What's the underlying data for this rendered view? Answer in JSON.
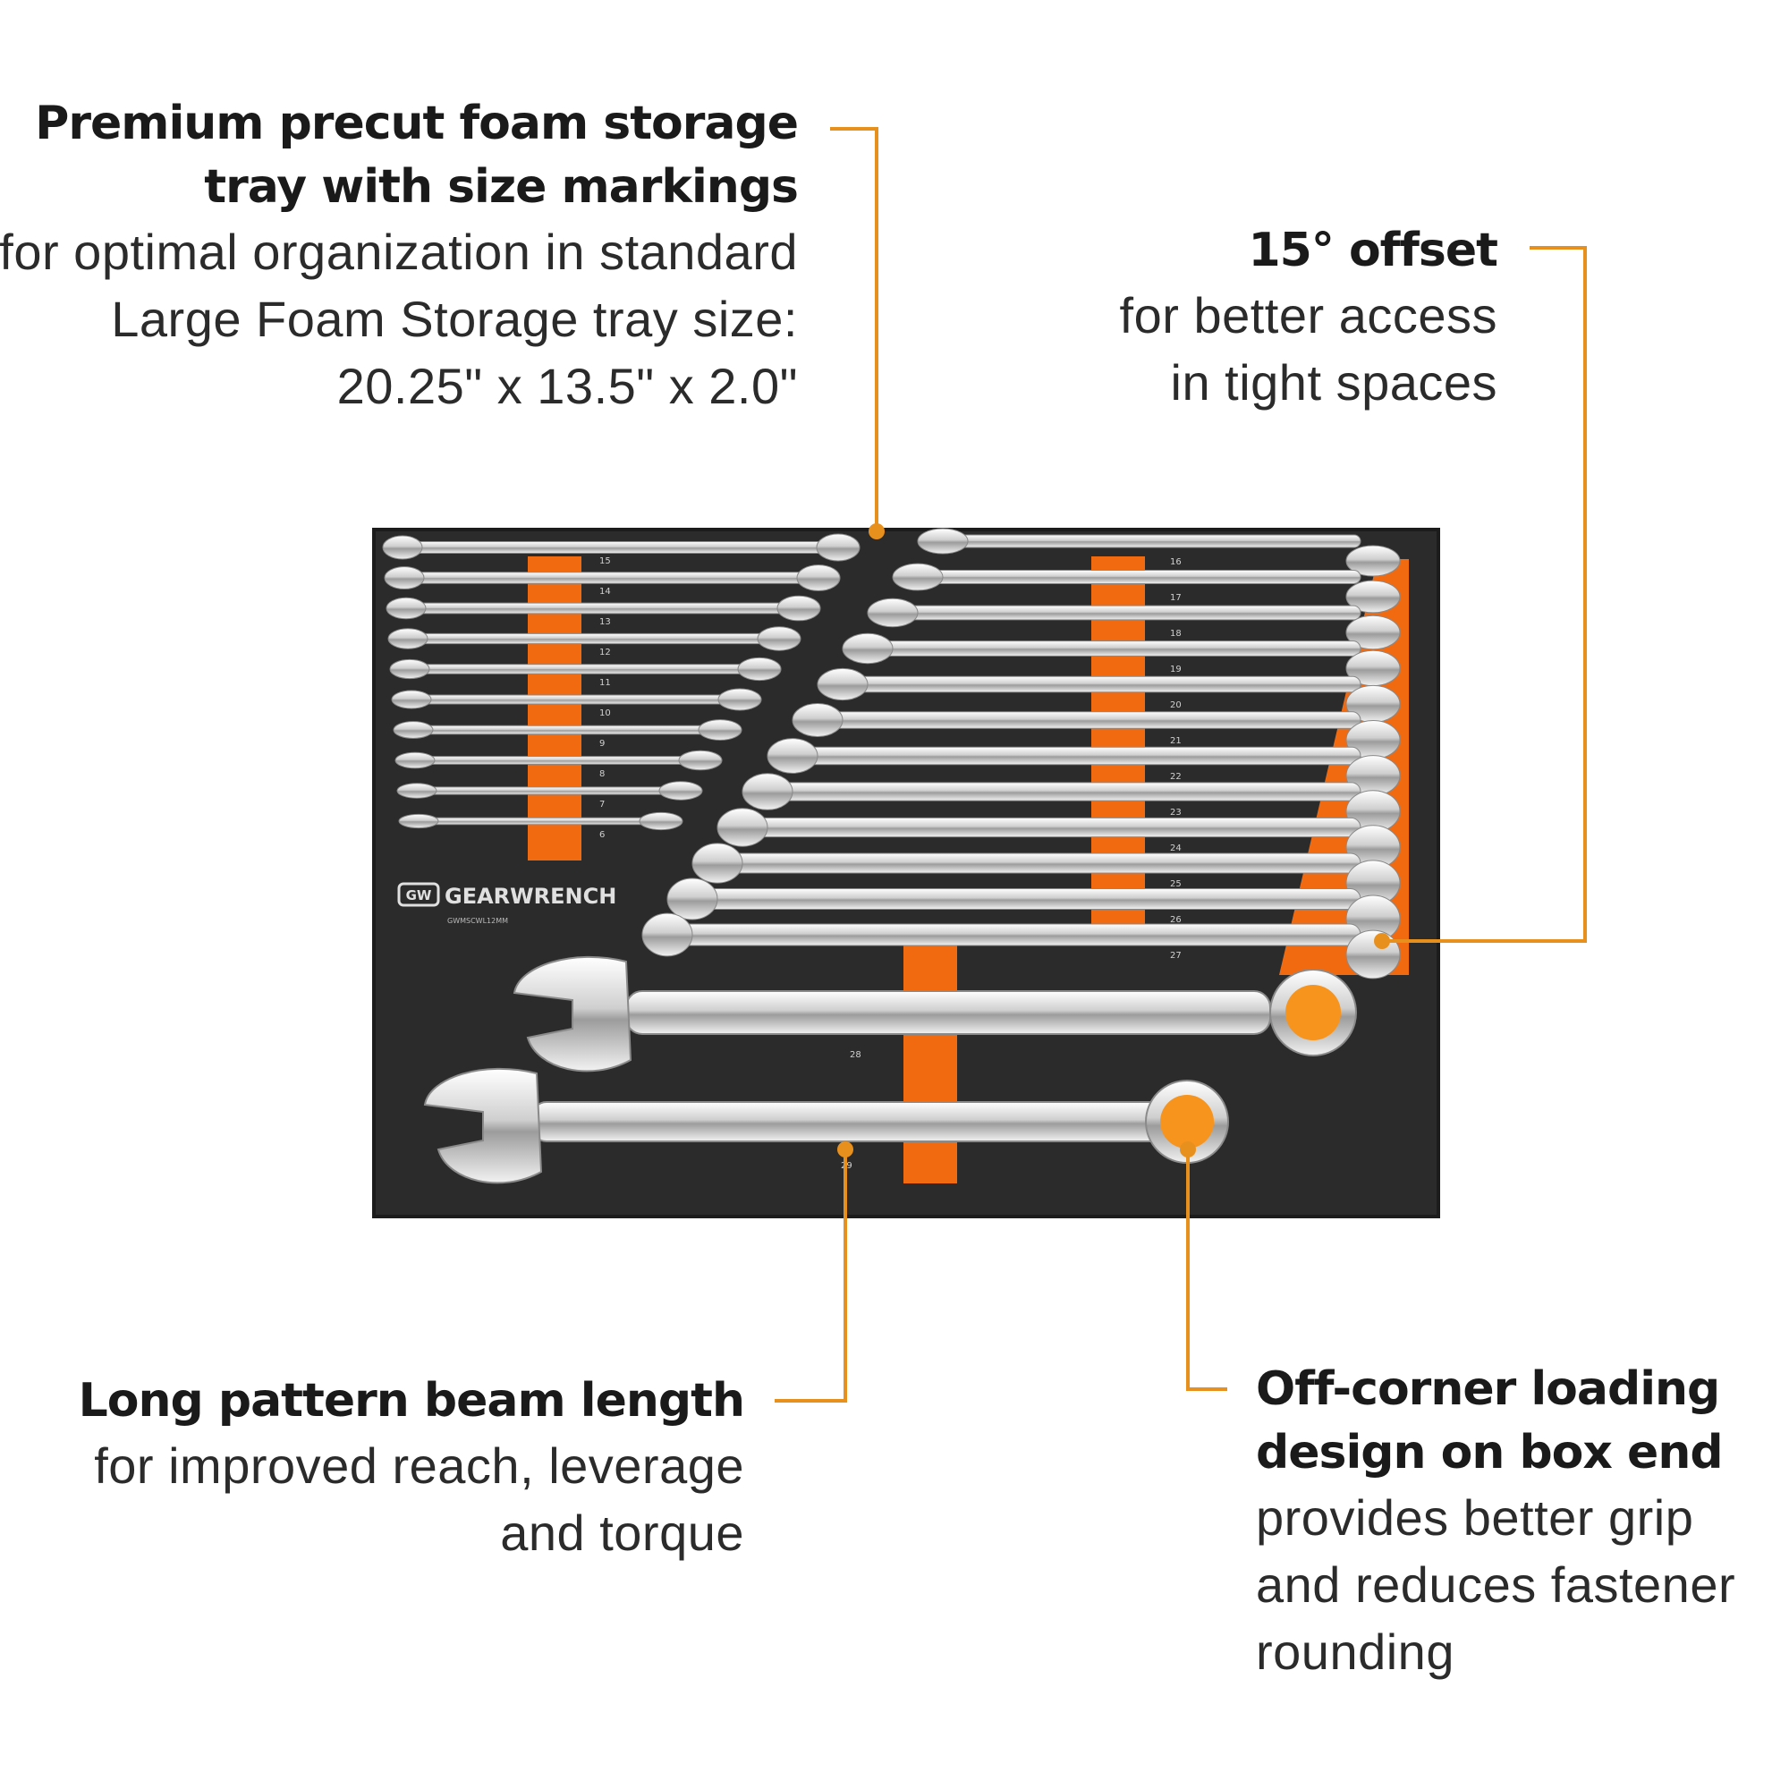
{
  "callouts": {
    "tray": {
      "bold_lines": [
        "Premium precut foam storage",
        "tray with size markings"
      ],
      "light_lines": [
        "for optimal organization in standard",
        "Large Foam Storage tray size:",
        "20.25\" x 13.5\" x 2.0\""
      ]
    },
    "offset": {
      "bold_lines": [
        "15° offset"
      ],
      "light_lines": [
        "for better access",
        "in tight spaces"
      ]
    },
    "beam": {
      "bold_lines": [
        "Long pattern beam length"
      ],
      "light_lines": [
        "for improved reach, leverage",
        "and torque"
      ]
    },
    "box_end": {
      "bold_lines": [
        "Off-corner loading",
        "design on box end"
      ],
      "light_lines": [
        "provides better grip",
        "and reduces fastener",
        "rounding"
      ]
    }
  },
  "tray": {
    "brand": "GEARWRENCH",
    "brand_logo": "GW",
    "model": "GWMSCWL12MM",
    "left_sizes": [
      "15",
      "14",
      "13",
      "12",
      "11",
      "10",
      "9",
      "8",
      "7",
      "6"
    ],
    "right_sizes": [
      "16",
      "17",
      "18",
      "19",
      "20",
      "21",
      "22",
      "23",
      "24",
      "25",
      "26",
      "27"
    ],
    "large_sizes": [
      "28",
      "29"
    ]
  },
  "colors": {
    "accent": "#e8901e",
    "foam": "#2b2b2b",
    "foam_orange": "#f26a10",
    "chrome": "#e6e6e6"
  }
}
